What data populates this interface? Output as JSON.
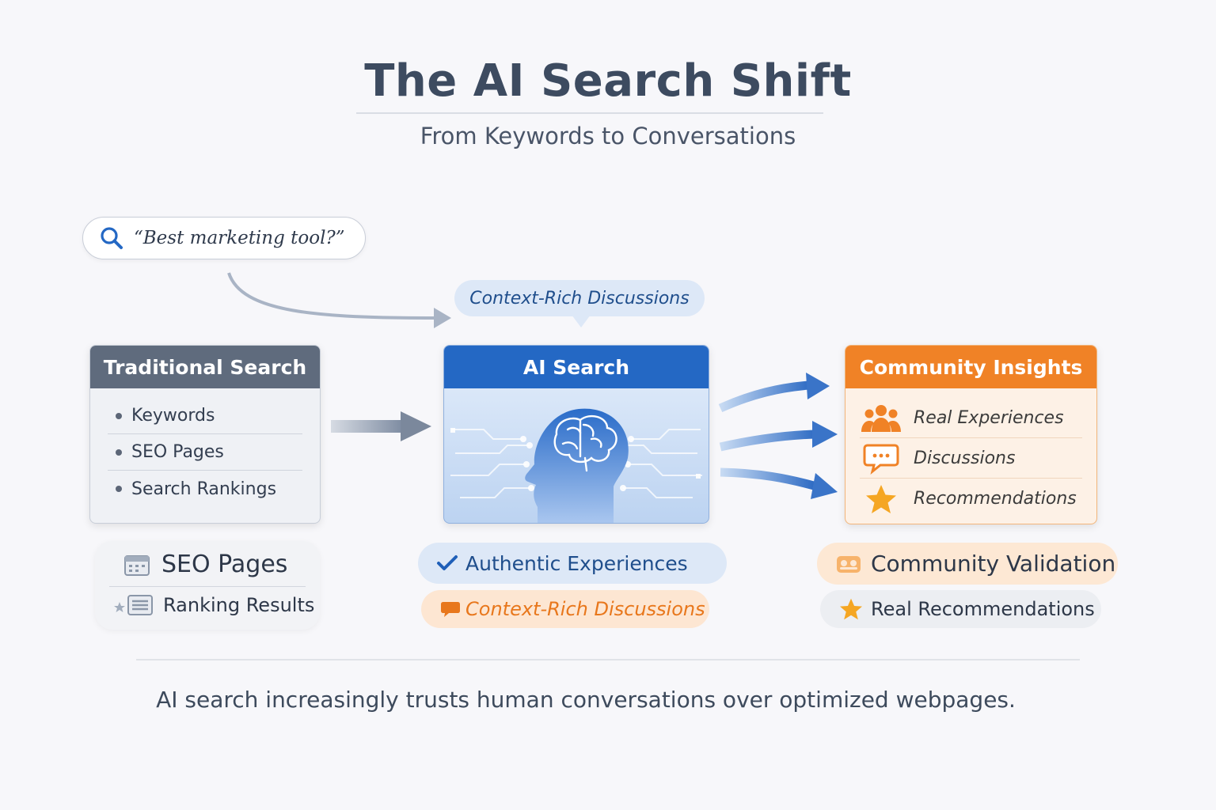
{
  "header": {
    "title": "The AI Search Shift",
    "subtitle": "From Keywords to Conversations"
  },
  "query": {
    "text": "“Best marketing tool?”",
    "icon": "search-icon"
  },
  "context_bubble": {
    "label": "Context-Rich Discussions"
  },
  "traditional": {
    "title": "Traditional Search",
    "items": [
      "Keywords",
      "SEO Pages",
      "Search Rankings"
    ]
  },
  "ai": {
    "title": "AI Search",
    "icon": "brain-head-icon"
  },
  "community": {
    "title": "Community Insights",
    "items": [
      {
        "label": "Real Experiences",
        "icon": "people-icon"
      },
      {
        "label": "Discussions",
        "icon": "chat-bubble-icon"
      },
      {
        "label": "Recommendations",
        "icon": "star-icon"
      }
    ]
  },
  "seo_box": {
    "primary": "SEO Pages",
    "secondary": "Ranking Results"
  },
  "ai_pills": {
    "authentic": "Authentic Experiences",
    "context": "Context-Rich Discussions"
  },
  "community_pills": {
    "validation": "Community Validation",
    "recommendations": "Real Recommendations"
  },
  "footer": {
    "tagline": "AI search increasingly trusts human conversations over optimized webpages."
  },
  "colors": {
    "traditional": "#5f6b7d",
    "ai": "#2468c4",
    "community": "#f08226",
    "arrow": "#4a82cf"
  }
}
